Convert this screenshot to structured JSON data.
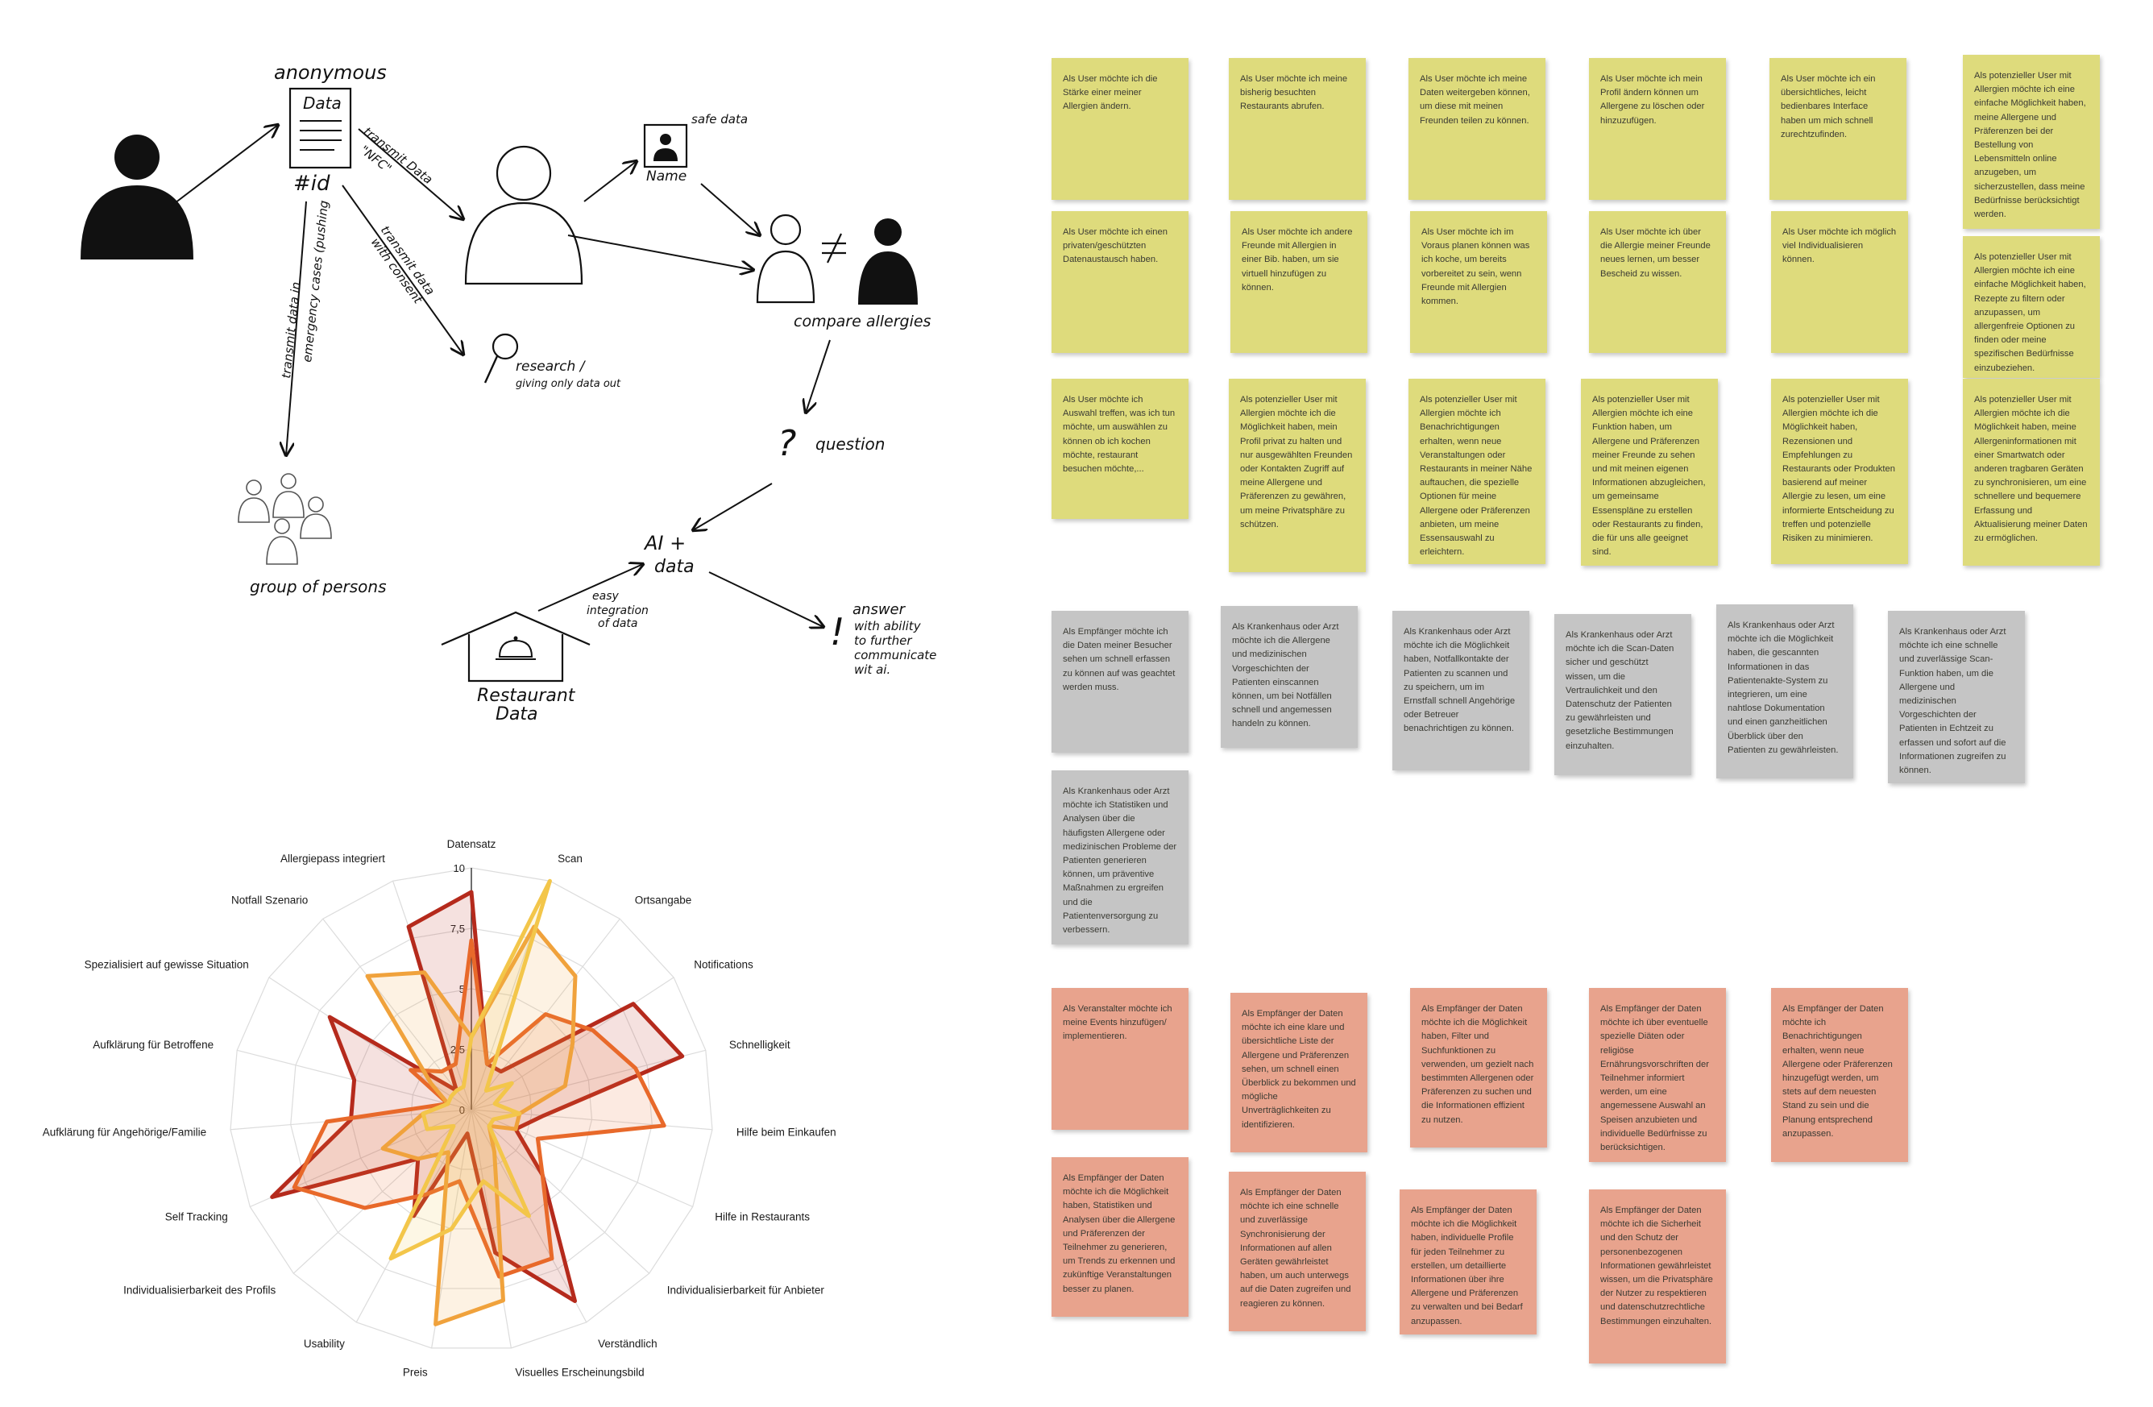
{
  "sketch": {
    "anonymous_label": "anonymous",
    "data_doc_label": "Data",
    "id_label": "#id",
    "transmit_nfc_label_1": "transmit Data",
    "transmit_nfc_label_2": "\"NFC\"",
    "transmit_consent_label_1": "transmit data",
    "transmit_consent_label_2": "with consent",
    "transmit_emergency_label_1": "transmit data in",
    "transmit_emergency_label_2": "emergency cases (pushing",
    "safe_data_label": "safe data",
    "name_label": "Name",
    "compare_label": "compare allergies",
    "research_label_1": "research /",
    "research_label_2": "giving only data out",
    "question_mark": "?",
    "question_label": "question",
    "group_label": "group of persons",
    "ai_label_1": "AI +",
    "ai_label_2": "data",
    "easy_label_1": "easy",
    "easy_label_2": "integration",
    "easy_label_3": "of data",
    "restaurant_label_1": "Restaurant",
    "restaurant_label_2": "Data",
    "answer_mark": "!",
    "answer_label_1": "answer",
    "answer_label_2": "with ability",
    "answer_label_3": "to further",
    "answer_label_4": "communicate",
    "answer_label_5": "wit ai."
  },
  "colors": {
    "sticky_yellow": "#dedb7c",
    "sticky_gray": "#c5c5c5",
    "sticky_pink": "#e8a38d",
    "series_dark_red": "#b52a1c",
    "series_orange": "#e8692a",
    "series_light_orange": "#f0a23c",
    "series_yellow": "#f3c64a"
  },
  "notes": {
    "yellow": [
      "Als User möchte ich die Stärke einer meiner Allergien ändern.",
      "Als User möchte ich meine bisherig besuchten Restaurants abrufen.",
      "Als User möchte ich meine Daten weitergeben können, um diese mit meinen Freunden teilen zu können.",
      "Als User möchte ich mein Profil ändern können um Allergene zu löschen oder hinzuzufügen.",
      "Als User möchte ich ein übersichtliches, leicht bedienbares Interface haben um mich schnell zurechtzufinden.",
      "Als potenzieller User mit Allergien möchte ich eine einfache Möglichkeit haben, meine Allergene und Präferenzen bei der Bestellung von Lebensmitteln online anzugeben, um sicherzustellen, dass meine Bedürfnisse berücksichtigt werden.",
      "Als User möchte ich einen privaten/geschützten Datenaustausch haben.",
      "Als User möchte ich andere Freunde mit Allergien in einer Bib. haben, um sie virtuell hinzufügen zu können.",
      "Als User möchte ich im Voraus planen können was ich koche, um bereits vorbereitet zu sein, wenn Freunde mit Allergien kommen.",
      "Als User möchte ich über die Allergie meiner Freunde neues lernen, um besser Bescheid zu wissen.",
      "Als User möchte ich möglich viel Individualisieren können.",
      "Als potenzieller User mit Allergien möchte ich eine einfache Möglichkeit haben, Rezepte zu filtern oder anzupassen, um allergenfreie Optionen zu finden oder meine spezifischen Bedürfnisse einzubeziehen.",
      "Als User möchte ich Auswahl treffen, was ich tun möchte, um auswählen zu können ob ich kochen möchte, restaurant besuchen möchte,...",
      "Als potenzieller User mit Allergien möchte ich die Möglichkeit haben, mein Profil privat zu halten und nur ausgewählten Freunden oder Kontakten Zugriff auf meine Allergene und Präferenzen zu gewähren, um meine Privatsphäre zu schützen.",
      "Als potenzieller User mit Allergien möchte ich Benachrichtigungen erhalten, wenn neue Veranstaltungen oder Restaurants in meiner Nähe auftauchen, die spezielle Optionen für meine Allergene oder Präferenzen anbieten, um meine Essensauswahl zu erleichtern.",
      "Als potenzieller User mit Allergien möchte ich eine Funktion haben, um Allergene und Präferenzen meiner Freunde zu sehen und mit meinen eigenen Informationen abzugleichen, um gemeinsame Essenspläne zu erstellen oder Restaurants zu finden, die für uns alle geeignet sind.",
      "Als potenzieller User mit Allergien möchte ich die Möglichkeit haben, Rezensionen und Empfehlungen zu Restaurants oder Produkten basierend auf meiner Allergie zu lesen, um eine informierte Entscheidung zu treffen und potenzielle Risiken zu minimieren.",
      "Als potenzieller User mit Allergien möchte ich die Möglichkeit haben, meine Allergeninformationen mit einer Smartwatch oder anderen tragbaren Geräten zu synchronisieren, um eine schnellere und bequemere Erfassung und Aktualisierung meiner Daten zu ermöglichen."
    ],
    "gray": [
      "Als Empfänger möchte ich die Daten meiner Besucher sehen um schnell erfassen zu können auf was geachtet werden muss.",
      "Als Krankenhaus oder Arzt möchte ich die Allergene und medizinischen Vorgeschichten der Patienten einscannen können, um bei Notfällen schnell und angemessen handeln zu können.",
      "Als Krankenhaus oder Arzt möchte ich die Möglichkeit haben, Notfallkontakte der Patienten zu scannen und zu speichern, um im Ernstfall schnell Angehörige oder Betreuer benachrichtigen zu können.",
      "Als Krankenhaus oder Arzt möchte ich die Scan-Daten sicher und geschützt wissen, um die Vertraulichkeit und den Datenschutz der Patienten zu gewährleisten und gesetzliche Bestimmungen einzuhalten.",
      "Als Krankenhaus oder Arzt möchte ich die Möglichkeit haben, die gescannten Informationen in das Patientenakte-System zu integrieren, um eine nahtlose Dokumentation und einen ganzheitlichen Überblick über den Patienten zu gewährleisten.",
      "Als Krankenhaus oder Arzt möchte ich eine schnelle und zuverlässige Scan-Funktion haben, um die Allergene und medizinischen Vorgeschichten der Patienten in Echtzeit zu erfassen und sofort auf die Informationen zugreifen zu können.",
      "Als Krankenhaus oder Arzt möchte ich Statistiken und Analysen über die häufigsten Allergene oder medizinischen Probleme der Patienten generieren können, um präventive Maßnahmen zu ergreifen und die Patientenversorgung zu verbessern."
    ],
    "pink": [
      "Als Veranstalter möchte ich meine Events hinzufügen/ implementieren.",
      "Als Empfänger der Daten möchte ich eine klare und übersichtliche Liste der Allergene und Präferenzen sehen, um schnell einen Überblick zu bekommen und mögliche Unverträglichkeiten zu identifizieren.",
      "Als Empfänger der Daten möchte ich die Möglichkeit haben, Filter und Suchfunktionen zu verwenden, um gezielt nach bestimmten Allergenen oder Präferenzen zu suchen und die Informationen effizient zu nutzen.",
      "Als Empfänger der Daten möchte ich über eventuelle spezielle Diäten oder religiöse Ernährungsvorschriften der Teilnehmer informiert werden, um eine angemessene Auswahl an Speisen anzubieten und individuelle Bedürfnisse zu berücksichtigen.",
      "Als Empfänger der Daten möchte ich Benachrichtigungen erhalten, wenn neue Allergene oder Präferenzen hinzugefügt werden, um stets auf dem neuesten Stand zu sein und die Planung entsprechend anzupassen.",
      "Als Empfänger der Daten möchte ich die Möglichkeit haben, Statistiken und Analysen über die Allergene und Präferenzen der Teilnehmer zu generieren, um Trends zu erkennen und zukünftige Veranstaltungen besser zu planen.",
      "Als Empfänger der Daten möchte ich eine schnelle und zuverlässige Synchronisierung der Informationen auf allen Geräten gewährleistet haben, um auch unterwegs auf die Daten zugreifen und reagieren zu können.",
      "Als Empfänger der Daten möchte ich die Möglichkeit haben, individuelle Profile für jeden Teilnehmer zu erstellen, um detaillierte Informationen über ihre Allergene und Präferenzen zu verwalten und bei Bedarf anzupassen.",
      "Als Empfänger der Daten möchte ich die Sicherheit und den Schutz der personenbezogenen Informationen gewährleistet wissen, um die Privatsphäre der Nutzer zu respektieren und datenschutzrechtliche Bestimmungen einzuhalten."
    ]
  },
  "chart_data": {
    "type": "radar",
    "title": "",
    "categories": [
      "Datensatz",
      "Scan",
      "Ortsangabe",
      "Notifications",
      "Schnelligkeit",
      "Hilfe beim Einkaufen",
      "Hilfe in Restaurants",
      "Individualisierbarkeit für Anbieter",
      "Verständlich",
      "Visuelles Erscheinungsbild",
      "Preis",
      "Usability",
      "Individualisierbarkeit des Profils",
      "Self Tracking",
      "Aufklärung für Angehörige/Familie",
      "Aufklärung für Betroffene",
      "Spezialisiert auf gewisse Situation",
      "Notfall Szenario",
      "Allergiepass integriert"
    ],
    "rlim": [
      0,
      10
    ],
    "ticks": [
      "0",
      "2,5",
      "5",
      "7,5",
      "10"
    ],
    "grid": true,
    "series": [
      {
        "color": "#b52a1c",
        "values": [
          9,
          2,
          2,
          8,
          9,
          3,
          2,
          4,
          9,
          6,
          1,
          5,
          3,
          9,
          5,
          5,
          7,
          1,
          8
        ]
      },
      {
        "color": "#e8692a",
        "values": [
          7,
          2,
          5,
          6,
          7,
          8,
          3,
          4,
          7,
          7,
          3,
          4,
          6,
          8,
          6,
          1,
          3,
          2,
          2
        ]
      },
      {
        "color": "#f0a23c",
        "values": [
          3,
          8,
          7,
          5,
          4,
          2,
          2,
          1,
          2,
          8,
          9,
          2,
          3,
          4,
          2,
          1,
          2,
          7,
          6
        ]
      },
      {
        "color": "#f3c64a",
        "values": [
          3,
          10,
          1,
          2,
          1,
          2,
          1,
          1,
          5,
          3,
          5,
          7,
          1,
          2,
          2,
          1,
          1,
          1,
          1
        ]
      }
    ]
  }
}
